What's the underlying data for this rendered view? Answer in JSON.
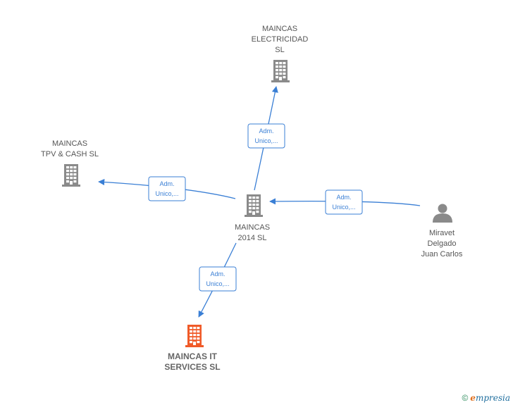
{
  "nodes": [
    {
      "id": "maincas-2014",
      "lines": [
        "MAINCAS",
        "2014  SL"
      ],
      "kind": "company",
      "color": "#8a8a8a",
      "main": false
    },
    {
      "id": "maincas-electricidad",
      "lines": [
        "MAINCAS",
        "ELECTRICIDAD",
        "SL"
      ],
      "kind": "company",
      "color": "#8a8a8a",
      "main": false
    },
    {
      "id": "maincas-tpv-cash",
      "lines": [
        "MAINCAS",
        "TPV & CASH  SL"
      ],
      "kind": "company",
      "color": "#8a8a8a",
      "main": false
    },
    {
      "id": "miravet-delgado",
      "lines": [
        "Miravet",
        "Delgado",
        "Juan Carlos"
      ],
      "kind": "person",
      "color": "#8a8a8a",
      "main": false
    },
    {
      "id": "maincas-it-services",
      "lines": [
        "MAINCAS IT",
        "SERVICES  SL"
      ],
      "kind": "company",
      "color": "#f05a28",
      "main": true
    }
  ],
  "edges": [
    {
      "id": "to-electricidad",
      "lines": [
        "Adm.",
        "Unico,..."
      ]
    },
    {
      "id": "to-tpv-cash",
      "lines": [
        "Adm.",
        "Unico,..."
      ]
    },
    {
      "id": "from-person",
      "lines": [
        "Adm.",
        "Unico,..."
      ]
    },
    {
      "id": "to-it-services",
      "lines": [
        "Adm.",
        "Unico,..."
      ]
    }
  ],
  "colors": {
    "edge": "#3a7fd5",
    "node_gray": "#8a8a8a",
    "node_main": "#f05a28"
  },
  "footer": {
    "copyright": "©",
    "brand_first": "e",
    "brand_rest": "mpresia"
  }
}
